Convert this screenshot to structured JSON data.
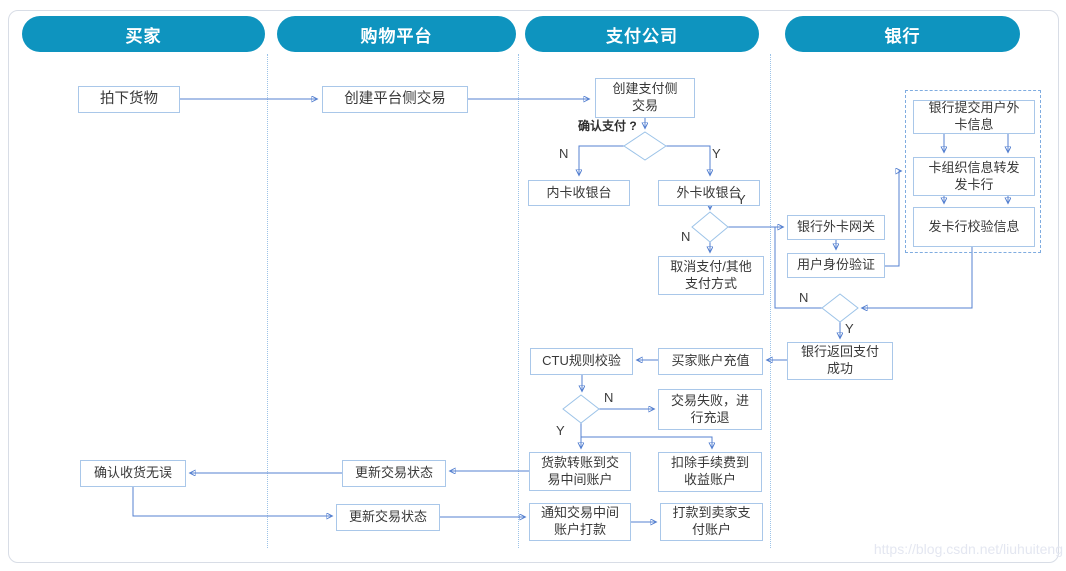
{
  "lanes": [
    {
      "id": "buyer",
      "label": "买家"
    },
    {
      "id": "platform",
      "label": "购物平台"
    },
    {
      "id": "payment",
      "label": "支付公司"
    },
    {
      "id": "bank",
      "label": "银行"
    }
  ],
  "nodes": {
    "place_order": {
      "text": "拍下货物"
    },
    "create_platform_trade": {
      "text": "创建平台侧交易"
    },
    "create_payment_trade": {
      "text": "创建支付侧\n交易"
    },
    "domestic_cashier": {
      "text": "内卡收银台"
    },
    "foreign_cashier": {
      "text": "外卡收银台"
    },
    "cancel_payment": {
      "text": "取消支付/其他\n支付方式"
    },
    "bank_card_gateway": {
      "text": "银行外卡网关"
    },
    "identity_verify": {
      "text": "用户身份验证"
    },
    "submit_card_info": {
      "text": "银行提交用户外\n卡信息"
    },
    "card_org_forward": {
      "text": "卡组织信息转发\n发卡行"
    },
    "issuer_verify_info": {
      "text": "发卡行校验信息"
    },
    "bank_pay_success": {
      "text": "银行返回支付\n成功"
    },
    "buyer_account_topup": {
      "text": "买家账户充值"
    },
    "ctu_rule_check": {
      "text": "CTU规则校验"
    },
    "trade_fail_refund": {
      "text": "交易失败，进\n行充退"
    },
    "transfer_to_escrow": {
      "text": "货款转账到交\n易中间账户"
    },
    "deduct_fee": {
      "text": "扣除手续费到\n收益账户"
    },
    "notify_escrow_payout": {
      "text": "通知交易中间\n账户打款"
    },
    "payout_to_seller": {
      "text": "打款到卖家支\n付账户"
    },
    "update_trade_status_1": {
      "text": "更新交易状态"
    },
    "confirm_receipt": {
      "text": "确认收货无误"
    },
    "update_trade_status_2": {
      "text": "更新交易状态"
    }
  },
  "labels": {
    "confirm_pay": "确认支付 ?",
    "yes": "Y",
    "no": "N"
  },
  "watermark": "https://blog.csdn.net/liuhuiteng",
  "colors": {
    "lane_header_fill": "#0e94bf",
    "node_border": "#a9c7e9",
    "connector": "#5580d0",
    "dashed_group_border": "#7face0",
    "frame_border": "#d8dde6",
    "watermark_text": "#e4e7f1"
  }
}
